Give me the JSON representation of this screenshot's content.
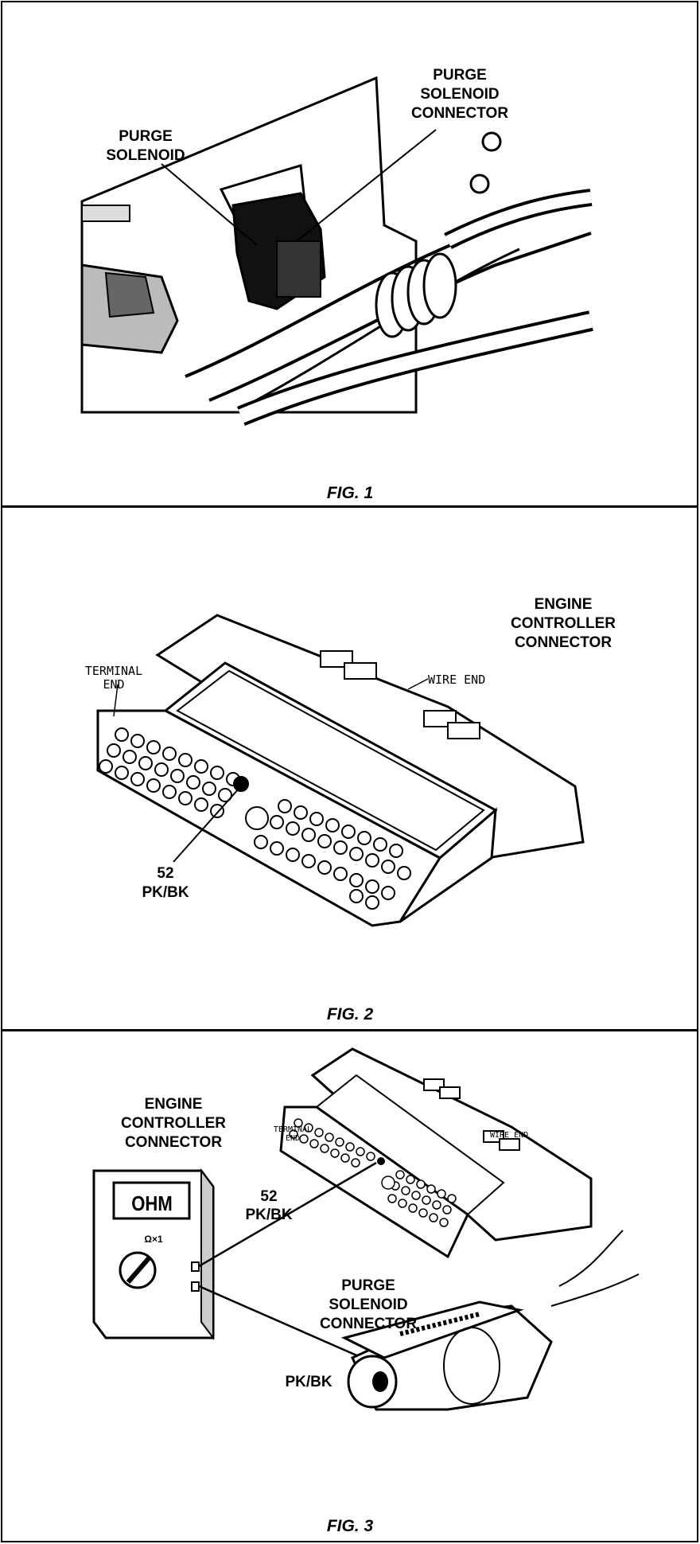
{
  "figures": [
    {
      "caption": "FIG. 1",
      "labels": {
        "purge_solenoid": "PURGE\nSOLENOID",
        "purge_solenoid_connector": "PURGE\nSOLENOID\nCONNECTOR"
      }
    },
    {
      "caption": "FIG. 2",
      "labels": {
        "engine_controller_connector": "ENGINE\nCONTROLLER\nCONNECTOR",
        "terminal_end": "TERMINAL\nEND",
        "wire_end": "WIRE END",
        "pin_number": "52",
        "wire_color": "PK/BK"
      }
    },
    {
      "caption": "FIG. 3",
      "labels": {
        "engine_controller_connector": "ENGINE\nCONTROLLER\nCONNECTOR",
        "terminal_end": "TERMINAL\nEND",
        "wire_end": "WIRE END",
        "pin_number": "52",
        "wire_color": "PK/BK",
        "meter_display": "OHM",
        "meter_range": "Ω×1",
        "purge_solenoid_connector": "PURGE\nSOLENOID\nCONNECTOR",
        "solenoid_wire_color": "PK/BK"
      }
    }
  ]
}
